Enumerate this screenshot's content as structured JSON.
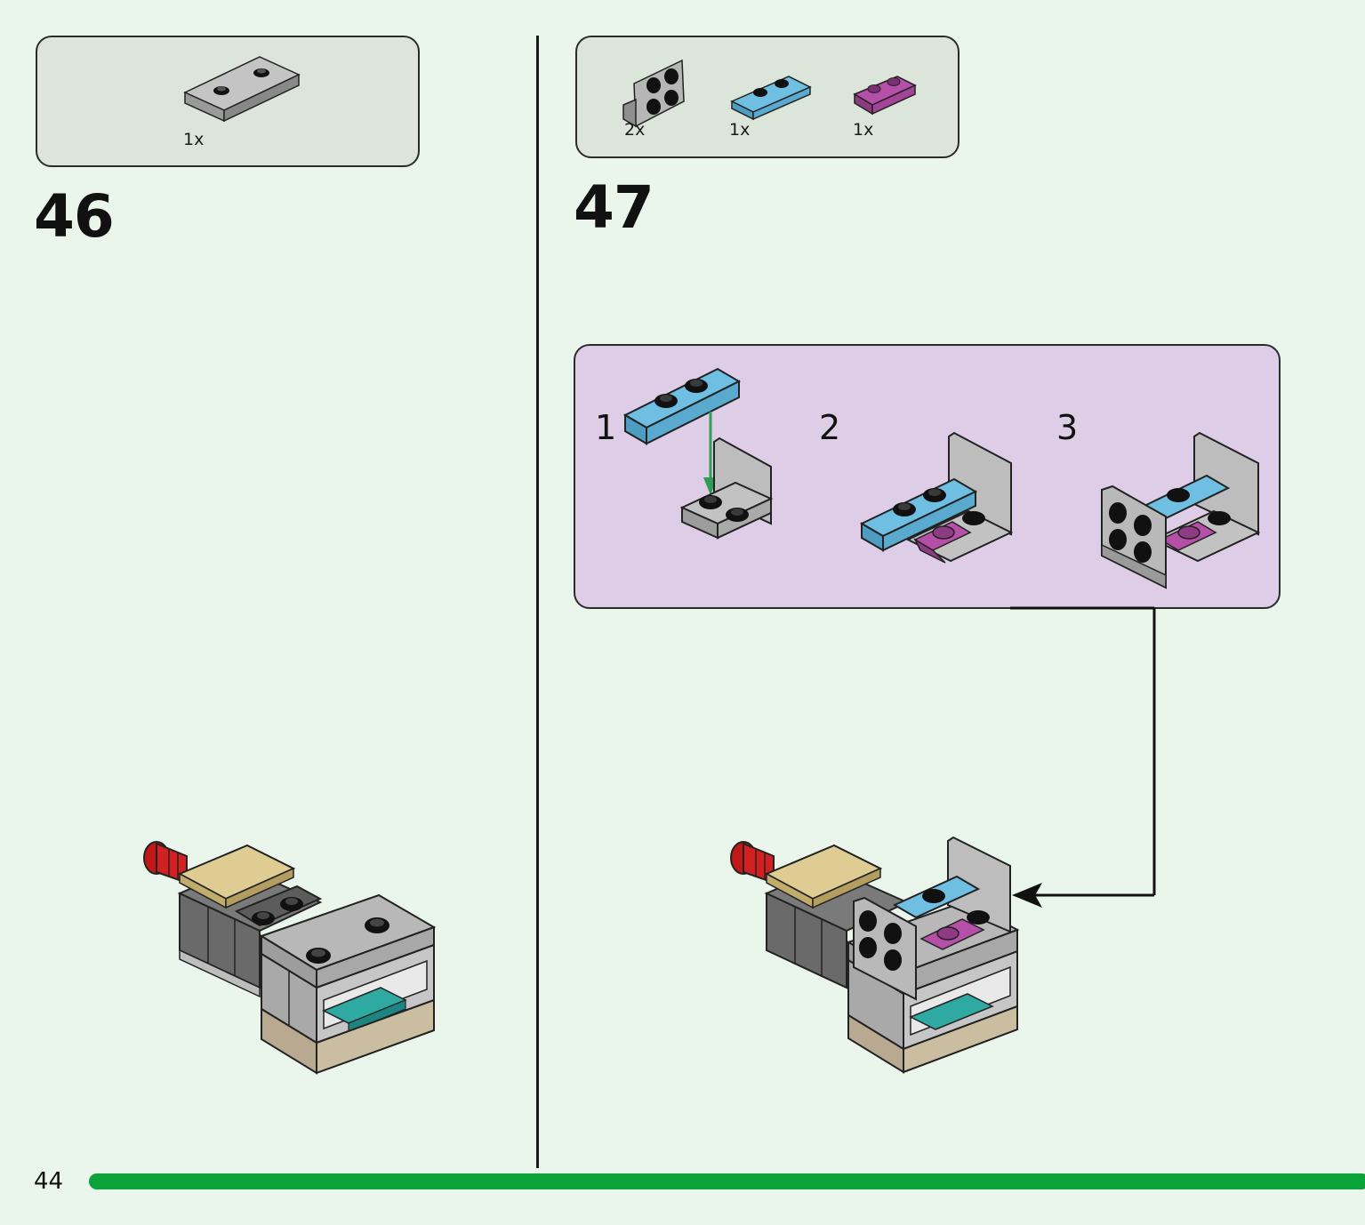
{
  "page": {
    "number": "44"
  },
  "steps": [
    {
      "number": "46",
      "parts": [
        {
          "qty": "1x",
          "piece": "light-gray-plate-1x2-icon"
        }
      ]
    },
    {
      "number": "47",
      "parts": [
        {
          "qty": "2x",
          "piece": "gray-bracket-icon"
        },
        {
          "qty": "1x",
          "piece": "blue-plate-1x2-icon"
        },
        {
          "qty": "1x",
          "piece": "magenta-plate-1x2-icon"
        }
      ],
      "substeps": [
        {
          "number": "1"
        },
        {
          "number": "2"
        },
        {
          "number": "3"
        }
      ]
    }
  ],
  "colors": {
    "page_bg": "#eaf5ec",
    "parts_box": "#dbe5da",
    "substep_box": "#ddcde6",
    "progress": "#0aa33a",
    "light_gray": "#b7b7b7",
    "dark_gray": "#6e6e6e",
    "tan": "#dfcc93",
    "blue": "#6fbfe3",
    "magenta": "#b54fa8",
    "teal": "#2eaaa3",
    "red": "#d42020",
    "arrow_green": "#2f9d57"
  }
}
